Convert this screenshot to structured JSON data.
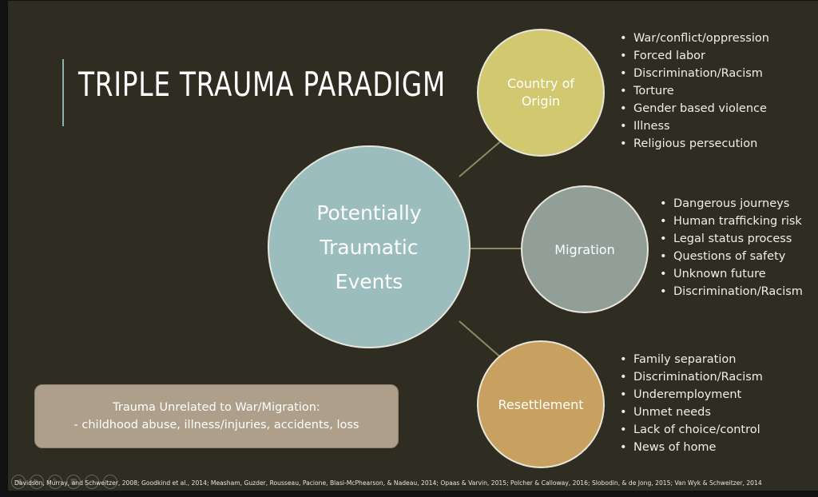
{
  "slide": {
    "title": "TRIPLE TRAUMA PARADIGM",
    "colors": {
      "background": "#2f2c22",
      "accent_bar": "#8fb1b0",
      "center_circle": "#9bbdbd",
      "origin_circle": "#d1c86f",
      "migration_circle": "#919f98",
      "resettlement_circle": "#c8a060",
      "connector": "#8c8a62",
      "note_box": "#ad9f89"
    },
    "center": {
      "lines": [
        "Potentially",
        "Traumatic",
        "Events"
      ]
    },
    "nodes": [
      {
        "id": "origin",
        "label_lines": [
          "Country of",
          "Origin"
        ],
        "bullets": [
          "War/conflict/oppression",
          "Forced labor",
          "Discrimination/Racism",
          "Torture",
          "Gender based violence",
          "Illness",
          "Religious persecution"
        ]
      },
      {
        "id": "migration",
        "label_lines": [
          "Migration"
        ],
        "bullets": [
          "Dangerous journeys",
          "Human trafficking risk",
          "Legal status process",
          "Questions of safety",
          "Unknown future",
          "Discrimination/Racism"
        ]
      },
      {
        "id": "resettlement",
        "label_lines": [
          "Resettlement"
        ],
        "bullets": [
          "Family separation",
          "Discrimination/Racism",
          "Underemployment",
          "Unmet needs",
          "Lack of choice/control",
          "News of home"
        ]
      }
    ],
    "note": {
      "line1": "Trauma Unrelated to War/Migration:",
      "line2": "- childhood abuse, illness/injuries, accidents, loss"
    },
    "citation": "Davidson, Murray, and Schweitzer, 2008; Goodkind et al., 2014; Measham, Guzder, Rousseau, Pacione, Blasi-McPhearson, & Nadeau, 2014; Opaas & Varvin, 2015; Polcher & Calloway, 2016; Slobodin, & de Jong, 2015; Van Wyk & Schweitzer, 2014"
  },
  "presenter_controls": [
    {
      "name": "previous-slide",
      "icon": "◀"
    },
    {
      "name": "next-slide",
      "icon": "▶"
    },
    {
      "name": "pen-tool",
      "icon": "✎"
    },
    {
      "name": "see-all-slides",
      "icon": "▦"
    },
    {
      "name": "zoom",
      "icon": "⌕"
    },
    {
      "name": "more-options",
      "icon": "…"
    }
  ]
}
